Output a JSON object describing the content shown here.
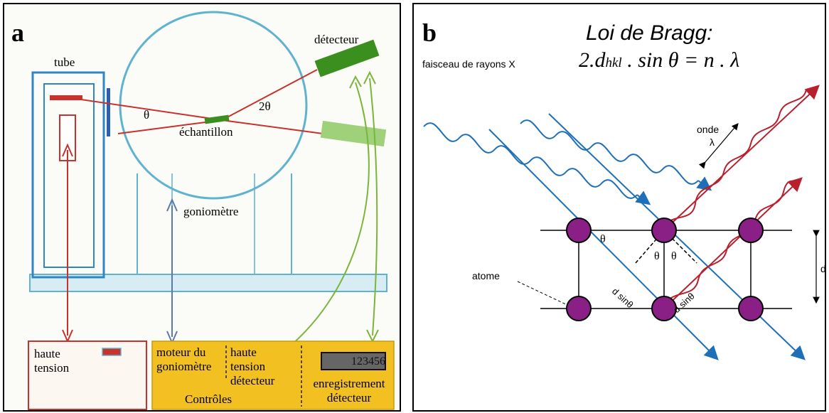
{
  "panel_a": {
    "letter": "a",
    "tube": "tube",
    "detector": "détecteur",
    "theta": "θ",
    "two_theta": "2θ",
    "sample": "échantillon",
    "goniometer": "goniomètre",
    "hv_line1": "haute",
    "hv_line2": "tension",
    "motor_line1": "moteur du",
    "motor_line2": "goniomètre",
    "hvdet_line1": "haute",
    "hvdet_line2": "tension",
    "hvdet_line3": "détecteur",
    "controls": "Contrôles",
    "counter": "123456",
    "record_line1": "enregistrement",
    "record_line2": "détecteur",
    "colors": {
      "circle": "#5fb3cf",
      "frame": "#2f86c0",
      "control_box": "#f2c020",
      "green": "#3a8f1e",
      "red": "#c8322c",
      "blue_arrow": "#5a78b4",
      "green_arrow": "#7bb53a"
    }
  },
  "panel_b": {
    "letter": "b",
    "title": "Loi de Bragg:",
    "formula_pre": "2.d",
    "formula_sub": "hkl",
    "formula_post": " . sin θ = n . λ",
    "beam": "faisceau de rayons X",
    "wave_label": "onde",
    "lambda": "λ",
    "theta": "θ",
    "atom": "atome",
    "dsin": "d sinθ",
    "d": "d",
    "colors": {
      "incident": "#1f6fb8",
      "diffracted": "#b8202e",
      "atom": "#8a1f86"
    }
  }
}
